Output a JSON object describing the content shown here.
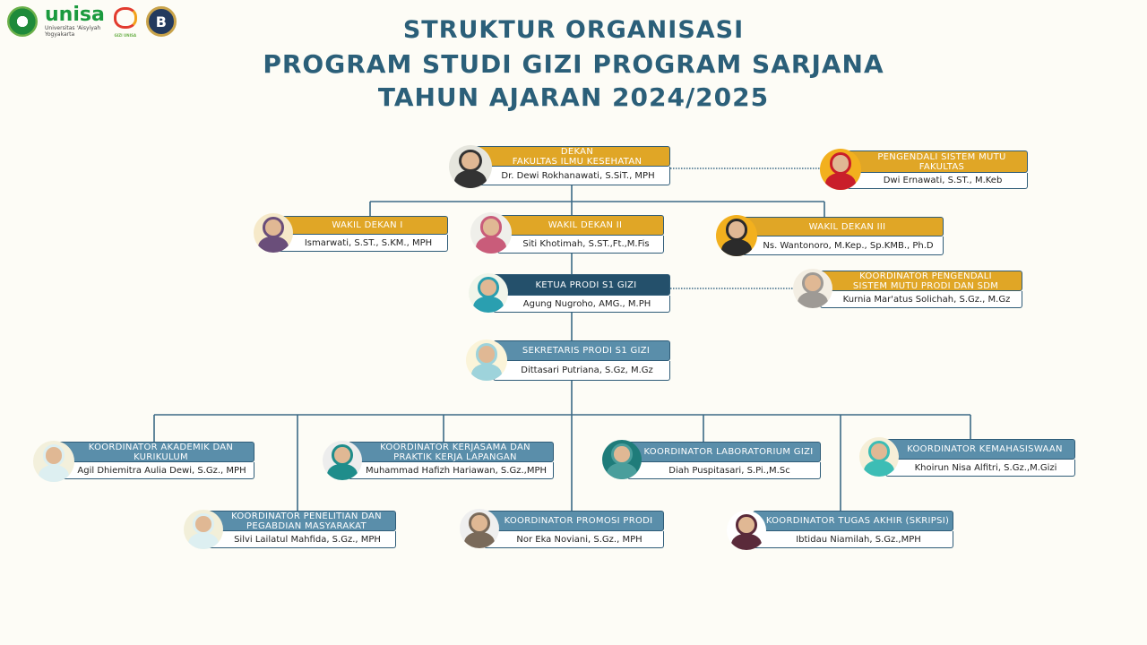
{
  "header": {
    "title_line1": "STRUKTUR ORGANISASI",
    "title_line2": "PROGRAM STUDI GIZI PROGRAM SARJANA",
    "title_line3": "TAHUN AJARAN 2024/2025",
    "logos": {
      "university_name": "unisa",
      "university_sub1": "Universitas 'Aisyiyah",
      "university_sub2": "Yogyakarta",
      "gizi_logo": "GIZI UNISA",
      "accreditation_logo": "B"
    }
  },
  "colors": {
    "title": "#2B5F79",
    "gold": "#E0A626",
    "steel": "#5A8EAA",
    "dark": "#24506B",
    "line": "#3C6A86"
  },
  "positions": [
    {
      "title": "DEKAN\nFAKULTAS ILMU KESEHATAN",
      "name": "Dr. Dewi Rokhanawati, S.SiT., MPH",
      "style": "gold"
    },
    {
      "title": "PENGENDALI  SISTEM MUTU\nFAKULTAS",
      "name": "Dwi Ernawati, S.ST., M.Keb",
      "style": "gold"
    },
    {
      "title": "WAKIL DEKAN I",
      "name": "Ismarwati, S.ST., S.KM., MPH",
      "style": "gold"
    },
    {
      "title": "WAKIL DEKAN II",
      "name": "Siti Khotimah, S.ST.,Ft.,M.Fis",
      "style": "gold"
    },
    {
      "title": "WAKIL DEKAN III",
      "name": "Ns. Wantonoro, M.Kep., Sp.KMB., Ph.D",
      "style": "gold"
    },
    {
      "title": "KETUA PRODI S1 GIZI",
      "name": "Agung Nugroho, AMG., M.PH",
      "style": "dark"
    },
    {
      "title": "KOORDINATOR PENGENDALI\nSISTEM MUTU PRODI DAN SDM",
      "name": "Kurnia Mar'atus Solichah, S.Gz., M.Gz",
      "style": "gold"
    },
    {
      "title": "SEKRETARIS PRODI S1 GIZI",
      "name": "Dittasari Putriana, S.Gz, M.Gz",
      "style": "steel"
    },
    {
      "title": "KOORDINATOR AKADEMIK DAN\nKURIKULUM",
      "name": "Agil Dhiemitra Aulia Dewi, S.Gz., MPH",
      "style": "steel"
    },
    {
      "title": "KOORDINATOR KERJASAMA DAN\nPRAKTIK KERJA LAPANGAN",
      "name": "Muhammad Hafizh Hariawan, S.Gz.,MPH",
      "style": "steel"
    },
    {
      "title": "KOORDINATOR LABORATORIUM GIZI",
      "name": "Diah Puspitasari, S.Pi.,M.Sc",
      "style": "steel"
    },
    {
      "title": "KOORDINATOR KEMAHASISWAAN",
      "name": "Khoirun Nisa Alfitri, S.Gz.,M.Gizi",
      "style": "steel"
    },
    {
      "title": "KOORDINATOR PENELITIAN DAN\nPEGABDIAN MASYARAKAT",
      "name": "Silvi Lailatul Mahfida, S.Gz., MPH",
      "style": "steel"
    },
    {
      "title": "KOORDINATOR PROMOSI PRODI",
      "name": "Nor Eka Noviani, S.Gz., MPH",
      "style": "steel"
    },
    {
      "title": "KOORDINATOR TUGAS AKHIR (SKRIPSI)",
      "name": "Ibtidau Niamilah, S.Gz.,MPH",
      "style": "steel"
    }
  ]
}
